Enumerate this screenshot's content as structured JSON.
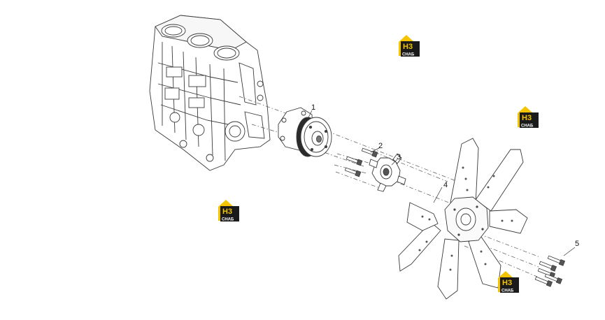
{
  "callouts": [
    {
      "label": "1"
    },
    {
      "label": "2"
    },
    {
      "label": "3"
    },
    {
      "label": "4"
    },
    {
      "label": "5"
    }
  ],
  "logo": {
    "mark": "H3",
    "caption": "СНАБ",
    "colors": {
      "yellow": "#f5c400",
      "dark": "#1a1a1a",
      "white": "#ffffff"
    }
  },
  "line_color": "#3a3a3a",
  "fill_color": "#ffffff"
}
